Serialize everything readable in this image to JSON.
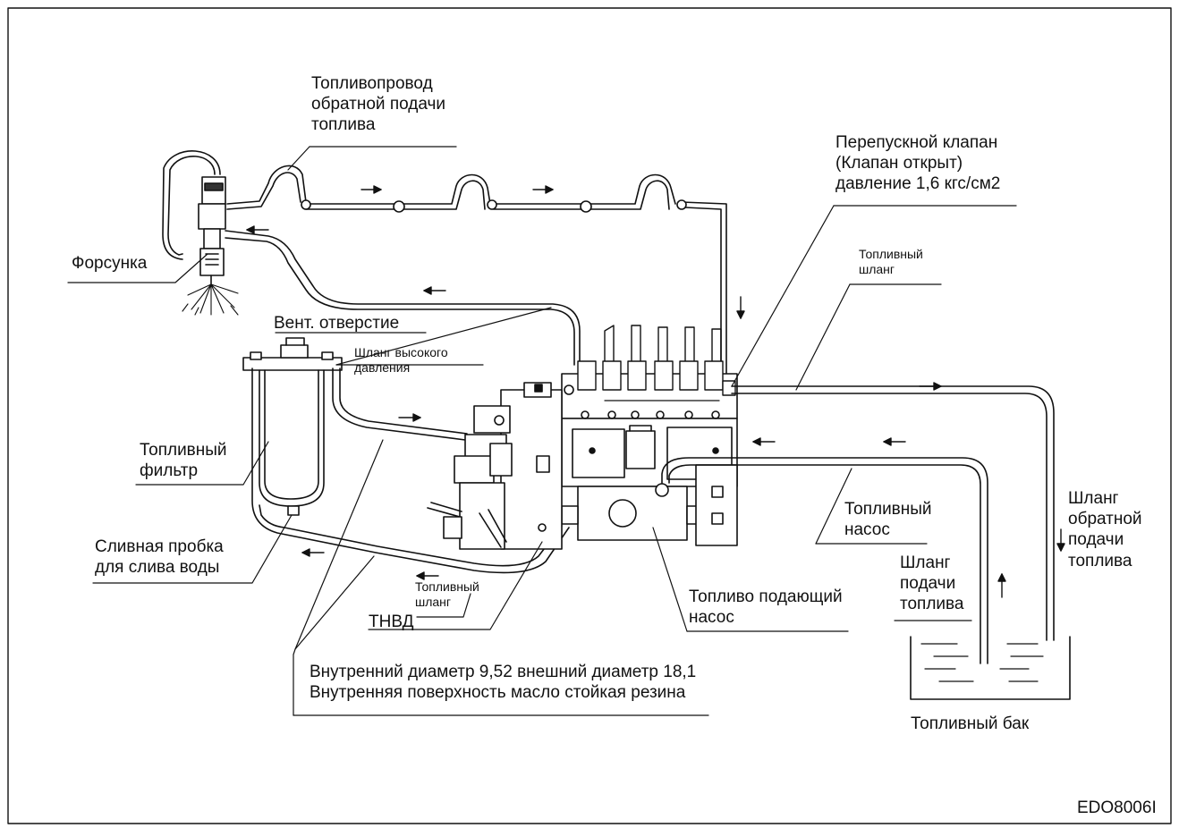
{
  "labels": {
    "return_line": "Топливопровод\nобратной подачи\nтоплива",
    "injector": "Форсунка",
    "bypass_valve": "Перепускной клапан\n(Клапан открыт)\nдавление 1,6 кгс/см2",
    "fuel_hose_top": "Топливный\nшланг",
    "vent_hole": "Вент. отверстие",
    "hp_hose": "Шланг высокого\nдавления",
    "fuel_filter": "Топливный\nфильтр",
    "drain_plug": "Сливная пробка\nдля слива воды",
    "fuel_hose_bottom": "Топливный\nшланг",
    "tnvd": "ТНВД",
    "feed_pump": "Топливо подающий\nнасос",
    "fuel_pump": "Топливный\nнасос",
    "supply_hose": "Шланг\nподачи\nтоплива",
    "return_hose": "Шланг\nобратной\nподачи\nтоплива",
    "hose_spec": "Внутренний диаметр 9,52 внешний диаметр 18,1\nВнутренняя поверхность масло стойкая резина",
    "fuel_tank": "Топливный бак",
    "figure_code": "EDO8006I"
  }
}
